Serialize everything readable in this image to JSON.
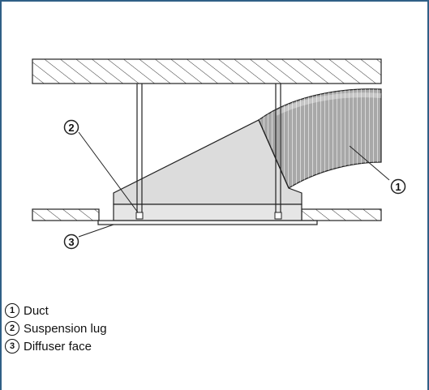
{
  "callouts": [
    {
      "num": "1",
      "label": "Duct"
    },
    {
      "num": "2",
      "label": "Suspension lug"
    },
    {
      "num": "3",
      "label": "Diffuser face"
    }
  ],
  "colors": {
    "frame": "#2f5f86",
    "line": "#222222",
    "plenum_fill": "#dcdcdc",
    "duct_fill": "#b9b9b9"
  }
}
